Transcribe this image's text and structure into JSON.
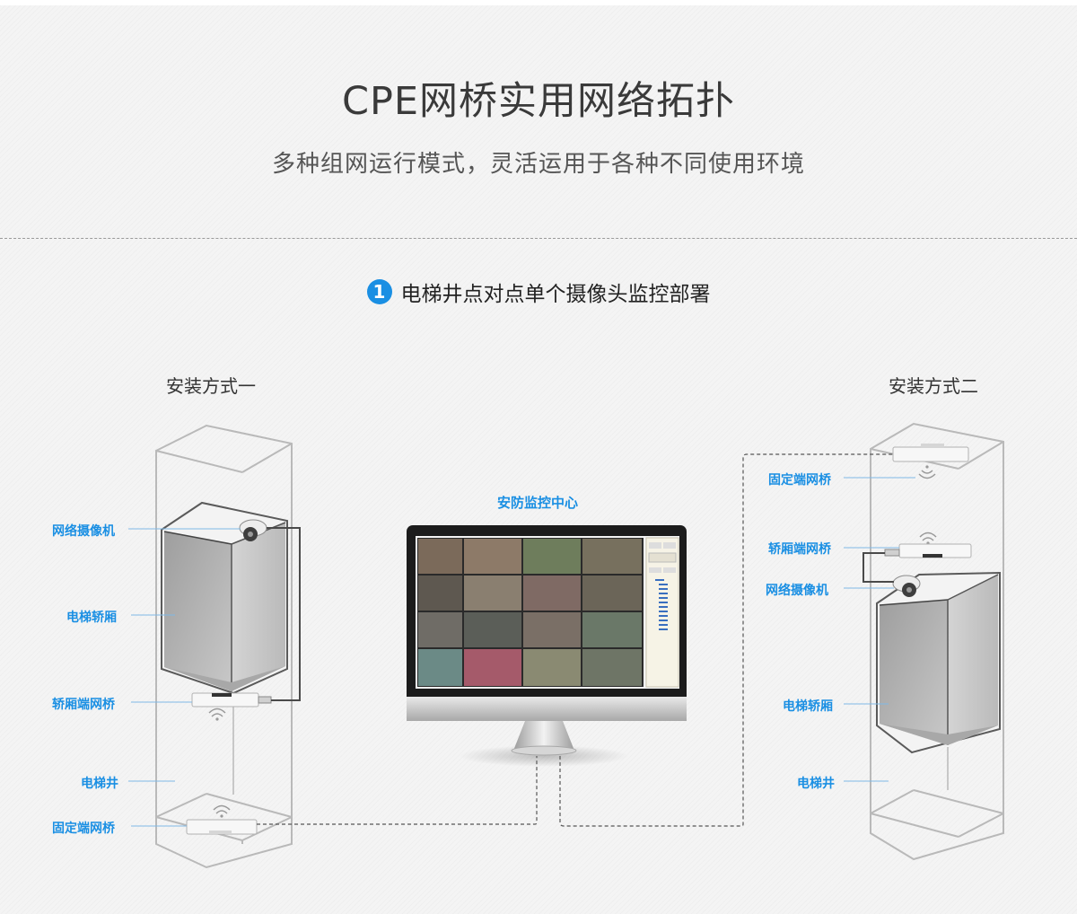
{
  "header": {
    "title": "CPE网桥实用网络拓扑",
    "subtitle": "多种组网运行模式，灵活运用于各种不同使用环境"
  },
  "section": {
    "number": "1",
    "title": "电梯井点对点单个摄像头监控部署"
  },
  "left": {
    "method": "安装方式一",
    "labels": {
      "camera": "网络摄像机",
      "car": "电梯轿厢",
      "car_bridge": "轿厢端网桥",
      "shaft": "电梯井",
      "fixed_bridge": "固定端网桥"
    }
  },
  "center": {
    "label": "安防监控中心"
  },
  "right": {
    "method": "安装方式二",
    "labels": {
      "fixed_bridge": "固定端网桥",
      "car_bridge": "轿厢端网桥",
      "camera": "网络摄像机",
      "car": "电梯轿厢",
      "shaft": "电梯井"
    }
  },
  "colors": {
    "accent": "#1a8fe3",
    "shaft_line": "#b9b9b9",
    "car_fill": "#bdbdbd",
    "car_edge": "#5a5a5a"
  }
}
